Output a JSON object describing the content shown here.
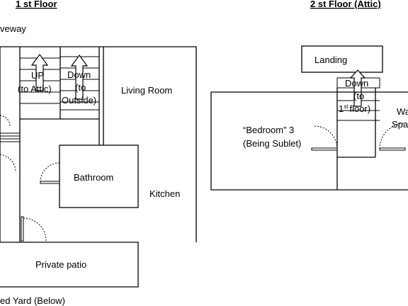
{
  "headings": {
    "first_floor": "1 st Floor",
    "attic_floor": "2 st Floor (Attic)"
  },
  "labels": {
    "driveway": "veway",
    "stairs_up_1": "UP",
    "stairs_up_2": "(to Attic)",
    "stairs_down_1": "Down",
    "stairs_down_2": "(to",
    "stairs_down_3": "Outside)",
    "living_room": "Living Room",
    "bathroom": "Bathroom",
    "kitchen": "Kitchen",
    "private_patio": "Private patio",
    "yard": "ed Yard (Below)",
    "landing": "Landing",
    "attic_down_1": "Down",
    "attic_down_2": "(to",
    "attic_down_3_sup": "st",
    "attic_down_3_num": "1",
    "attic_down_3_rest": "floor)",
    "bedroom_1": "“Bedroom” 3",
    "bedroom_2": "(Being Sublet)",
    "walk_space_1": "Wal",
    "walk_space_2": "Spa"
  }
}
